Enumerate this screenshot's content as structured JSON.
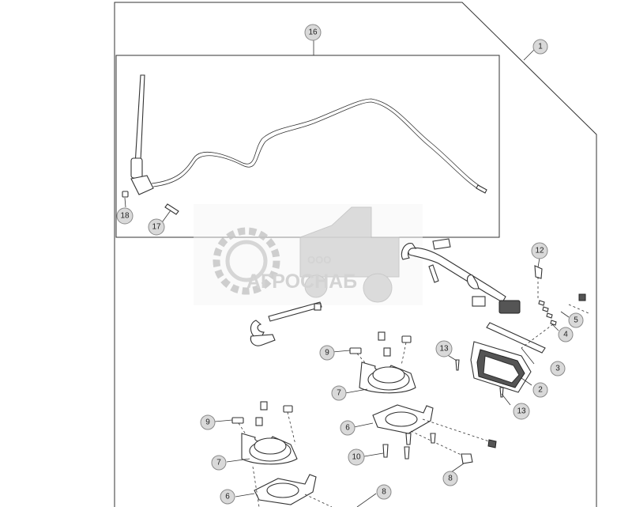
{
  "watermark": {
    "company_prefix": "ООО",
    "company_name": "АГРОСНАБ"
  },
  "callouts": [
    {
      "id": "c1",
      "label": "1"
    },
    {
      "id": "c16",
      "label": "16"
    },
    {
      "id": "c18",
      "label": "18"
    },
    {
      "id": "c17",
      "label": "17"
    },
    {
      "id": "c12",
      "label": "12"
    },
    {
      "id": "c5",
      "label": "5"
    },
    {
      "id": "c4",
      "label": "4"
    },
    {
      "id": "c3",
      "label": "3"
    },
    {
      "id": "c13a",
      "label": "13"
    },
    {
      "id": "c2",
      "label": "2"
    },
    {
      "id": "c13b",
      "label": "13"
    },
    {
      "id": "c9a",
      "label": "9"
    },
    {
      "id": "c7a",
      "label": "7"
    },
    {
      "id": "c6a",
      "label": "6"
    },
    {
      "id": "c10",
      "label": "10"
    },
    {
      "id": "c8a",
      "label": "8"
    },
    {
      "id": "c9b",
      "label": "9"
    },
    {
      "id": "c7b",
      "label": "7"
    },
    {
      "id": "c6b",
      "label": "6"
    },
    {
      "id": "c8b",
      "label": "8"
    }
  ],
  "colors": {
    "callout_fill": "#d9d9d9",
    "line": "#333333",
    "watermark": "#cfcfcf"
  }
}
